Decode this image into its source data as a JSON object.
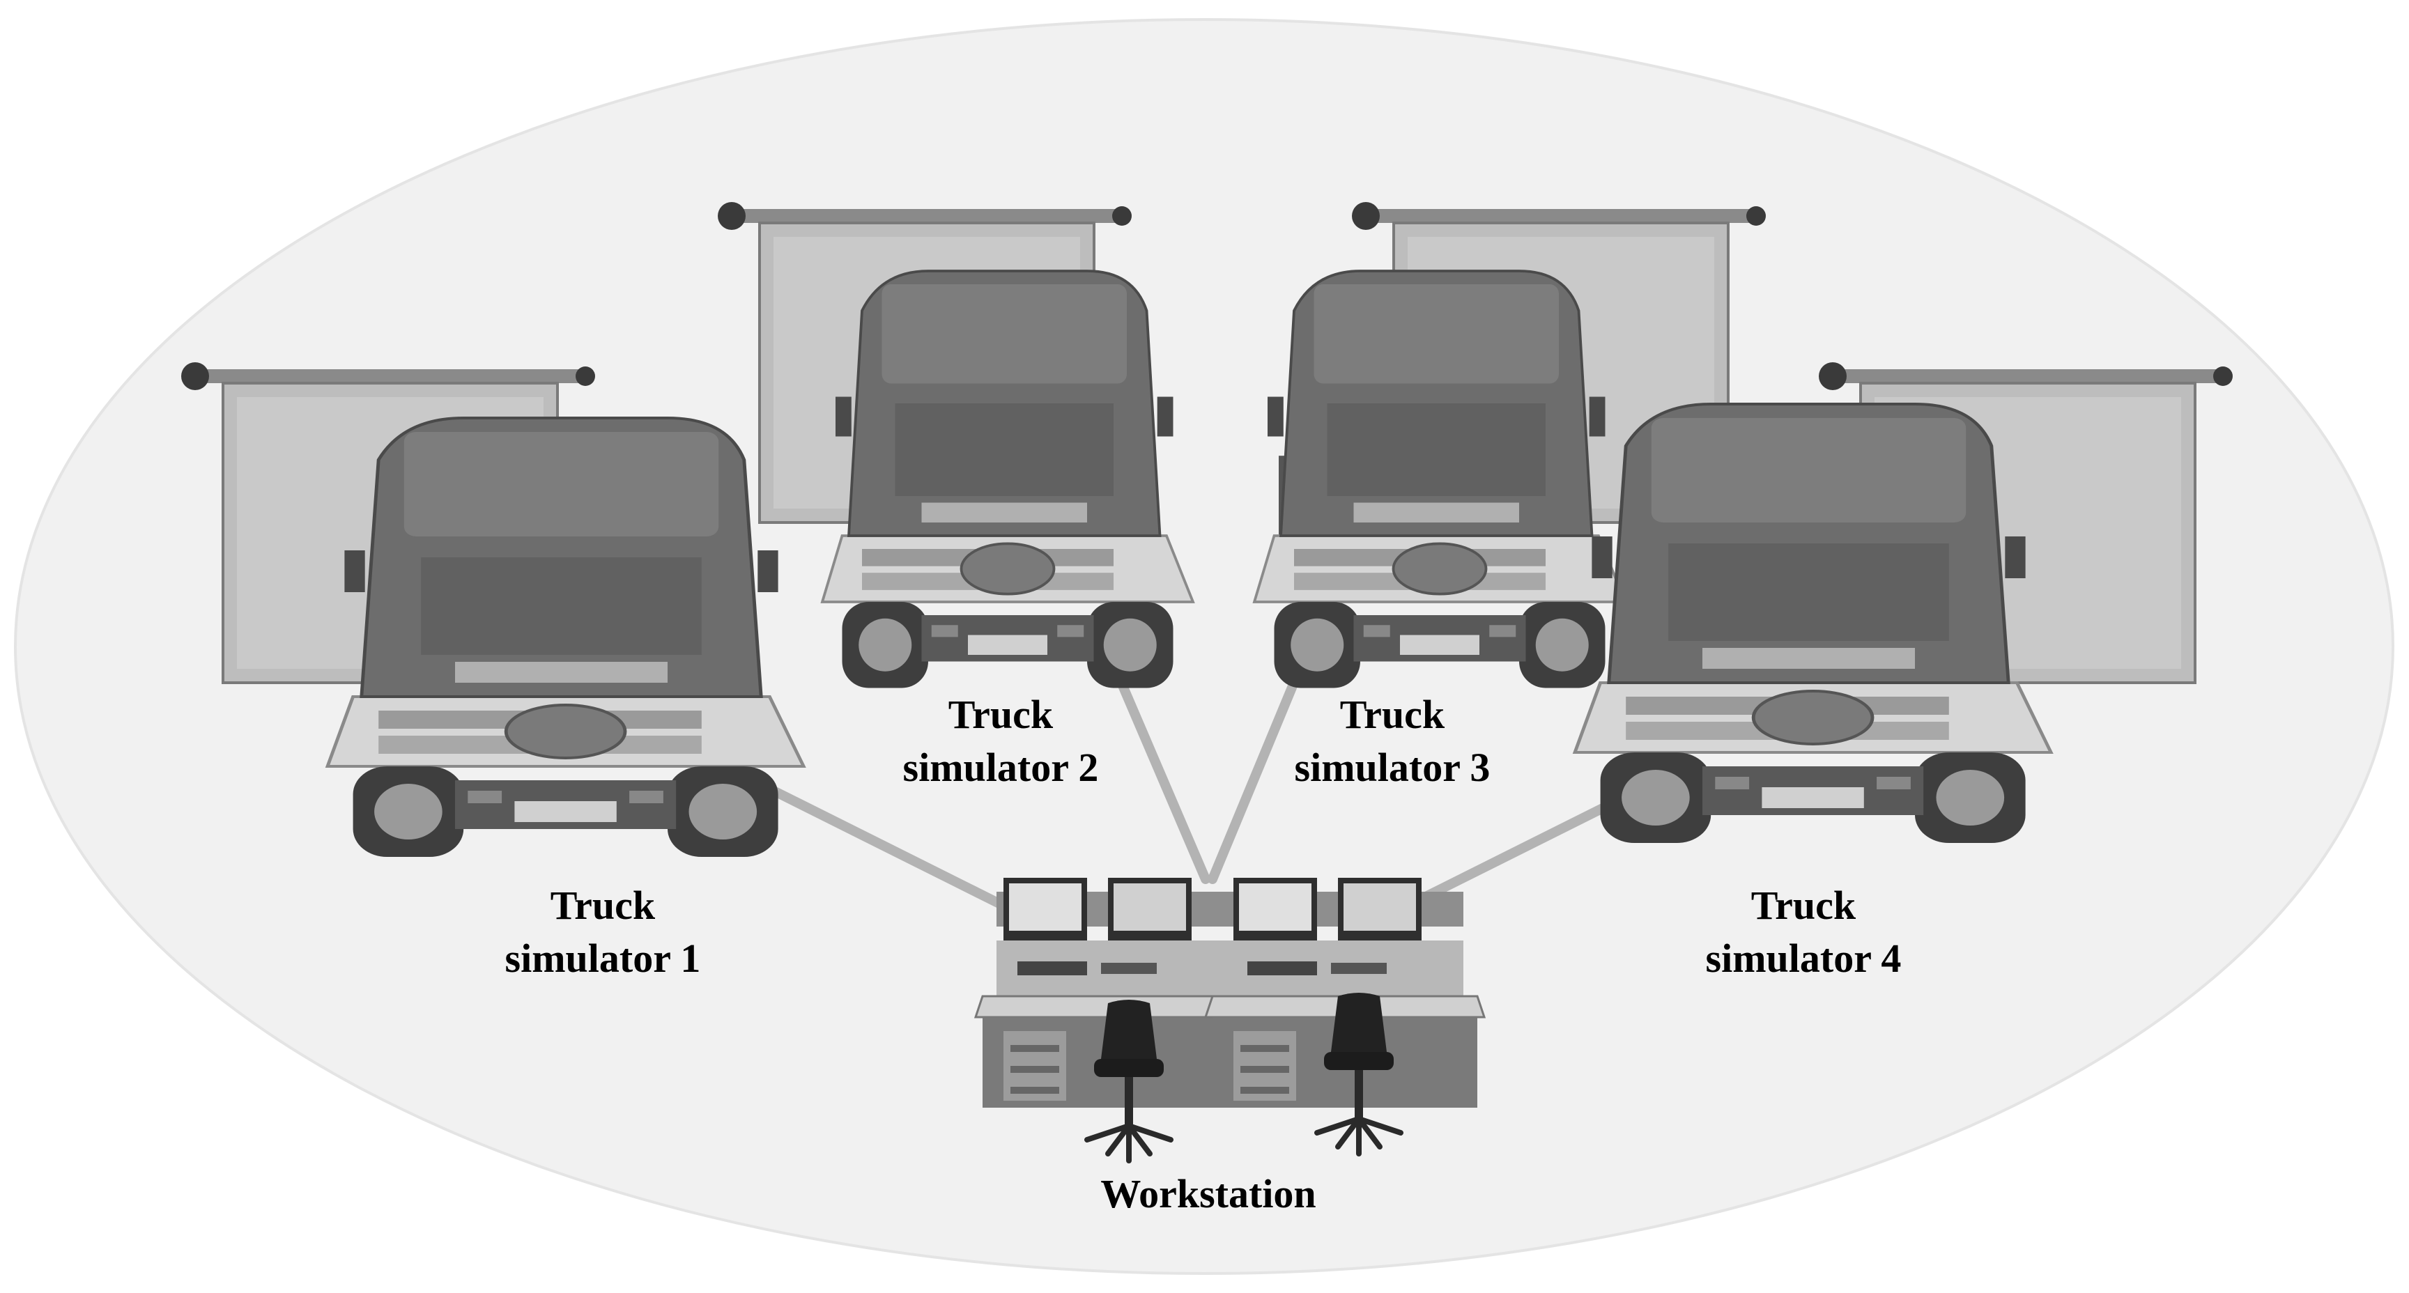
{
  "labels": {
    "sim1": {
      "line1": "Truck",
      "line2": "simulator 1"
    },
    "sim2": {
      "line1": "Truck",
      "line2": "simulator 2"
    },
    "sim3": {
      "line1": "Truck",
      "line2": "simulator 3"
    },
    "sim4": {
      "line1": "Truck",
      "line2": "simulator 4"
    },
    "workstation": "Workstation"
  },
  "colors": {
    "ellipse": "#f1f1f1",
    "screen": "#bdbdbd",
    "truck_dark": "#6b6b6b",
    "truck_mid": "#8a8a8a",
    "truck_light": "#d4d4d4",
    "tire": "#3e3e3e",
    "link": "#b3b3b3",
    "desk": "#9a9a9a",
    "chair": "#222222"
  },
  "icons": {
    "simulator": "truck-cab-icon",
    "projection": "projection-screen-icon",
    "rack": "equipment-rack-icon",
    "workstation": "control-desk-icon"
  }
}
